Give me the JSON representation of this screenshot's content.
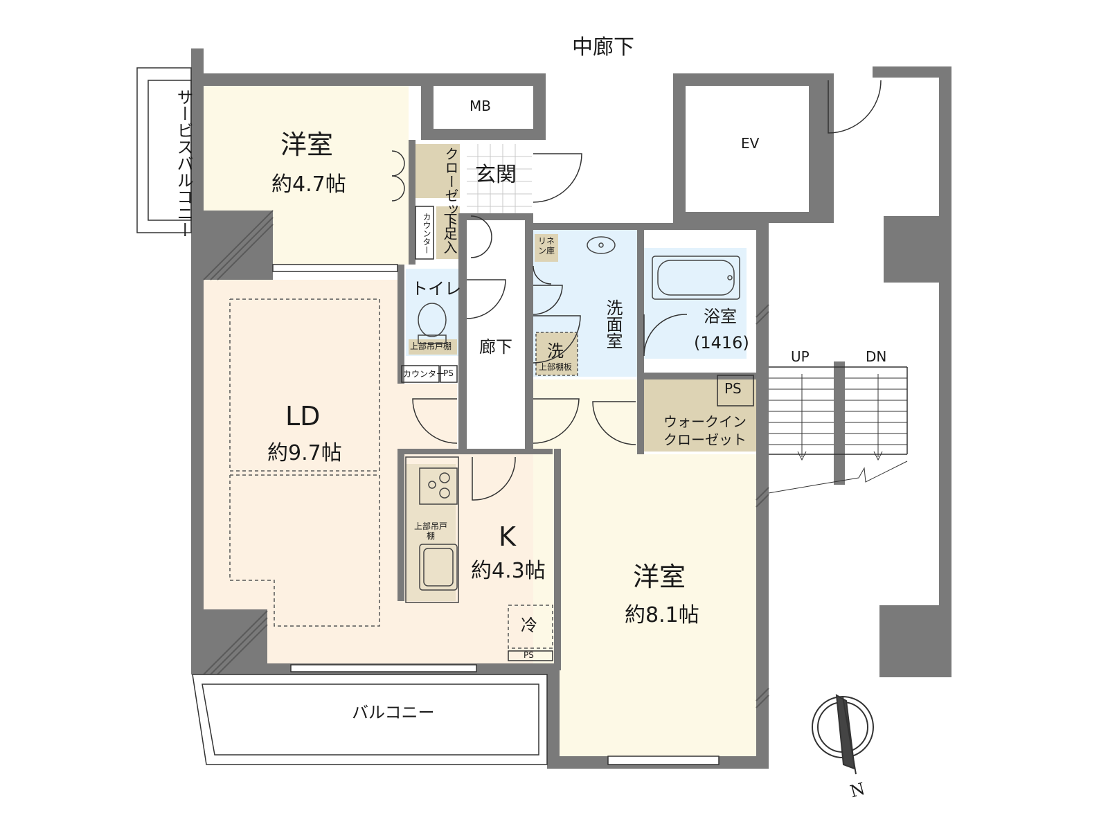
{
  "colors": {
    "wall": "#7a7a7a",
    "western_room": "#fdf9e6",
    "living": "#fdf1e2",
    "wet_area": "#e3f2fc",
    "storage": "#ddd3b4",
    "hall": "#ffffff",
    "balcony": "#ffffff",
    "line": "#333333"
  },
  "labels": {
    "corridor_top": "中廊下",
    "mb": "MB",
    "ev": "EV",
    "service_balcony": "サービスバルコニー",
    "western1_name": "洋室",
    "western1_area": "約4.7帖",
    "closet": "クローゼット",
    "entrance": "玄関",
    "counter1": "カウンター",
    "shoebox": "下足入",
    "linen": "リネン庫",
    "washroom": "洗面室",
    "bath_name": "浴室",
    "bath_size": "(1416)",
    "toilet": "トイレ",
    "toilet_shelf": "上部吊戸棚",
    "hallway": "廊下",
    "washer": "洗",
    "washer_shelf": "上部棚板",
    "counter2": "カウンター",
    "ps1": "PS",
    "ps2": "PS",
    "ps3": "PS",
    "walkin": "ウォークインクローゼット",
    "walkin_line1": "ウォークイン",
    "walkin_line2": "クローゼット",
    "ld_name": "LD",
    "ld_area": "約9.7帖",
    "k_name": "K",
    "k_area": "約4.3帖",
    "k_shelf": "上部吊戸棚",
    "fridge": "冷",
    "western2_name": "洋室",
    "western2_area": "約8.1帖",
    "balcony": "バルコニー",
    "up": "UP",
    "dn": "DN",
    "north": "N"
  },
  "icons": [
    "compass-icon",
    "bathtub-icon",
    "toilet-icon",
    "sink-icon",
    "stove-icon",
    "kitchen-sink-icon",
    "door-swing-icon",
    "stairs-icon"
  ]
}
